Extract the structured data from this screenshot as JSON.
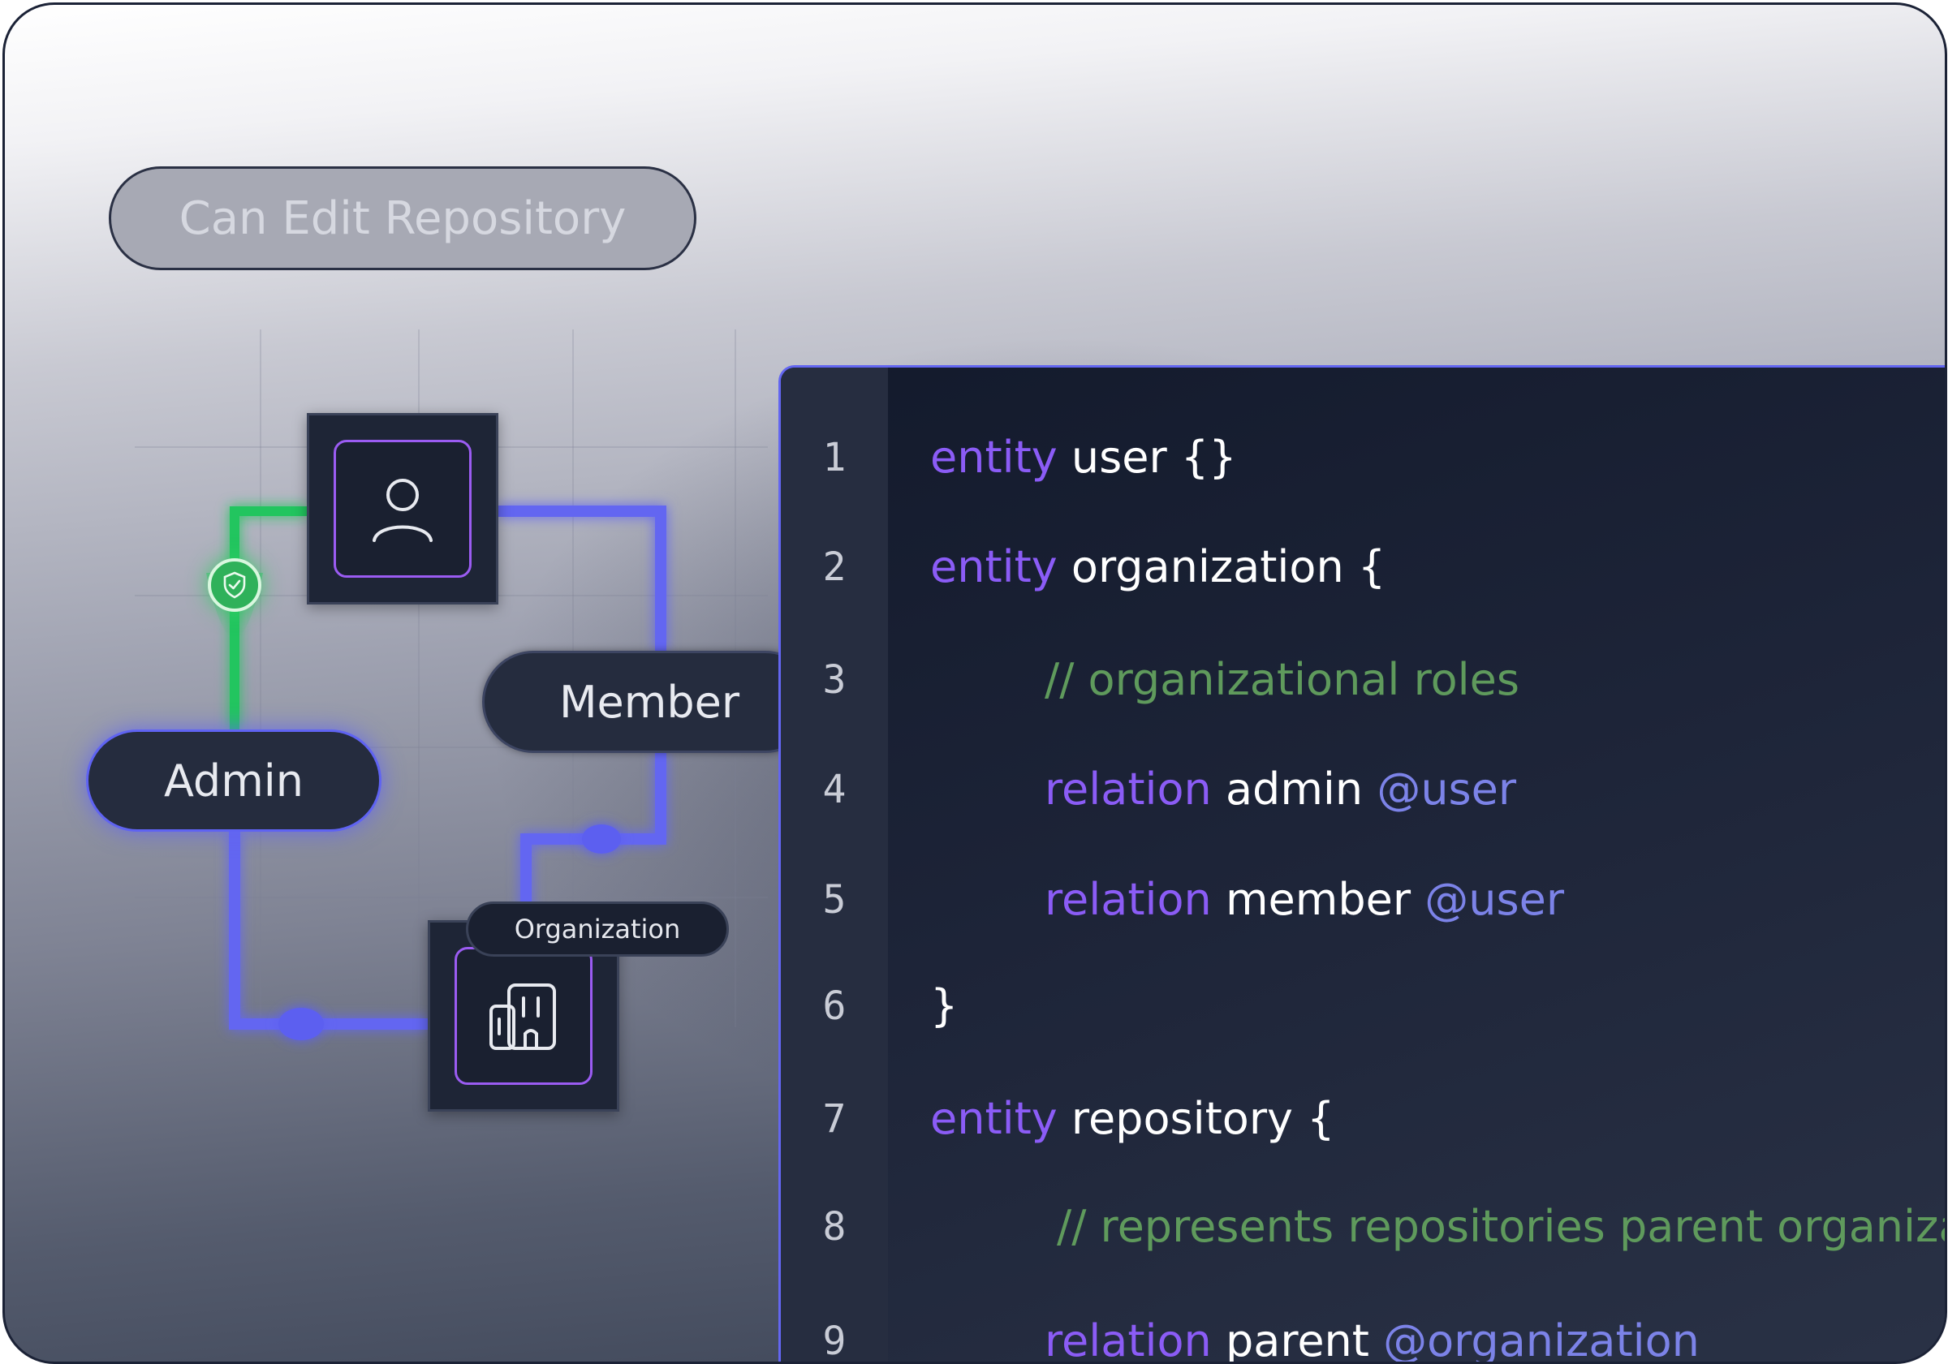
{
  "diagram": {
    "permission_label": "Can Edit Repository",
    "roles": {
      "admin": "Admin",
      "member": "Member"
    },
    "nodes": {
      "user": {
        "icon": "user-icon"
      },
      "organization": {
        "icon": "building-icon",
        "label": "Organization"
      }
    },
    "badge_icon": "shield-check-icon",
    "colors": {
      "purple": "#8b5cf6",
      "green": "#22c55e",
      "blue": "#6366f1"
    }
  },
  "editor": {
    "lines": [
      {
        "number": "1",
        "kw": "entity",
        "text": " user {}",
        "ref": "",
        "comment": ""
      },
      {
        "number": "2",
        "kw": "entity",
        "text": " organization {",
        "ref": "",
        "comment": ""
      },
      {
        "number": "3",
        "kw": "",
        "text": "",
        "ref": "",
        "comment": "// organizational roles"
      },
      {
        "number": "4",
        "kw": "relation",
        "text": " admin ",
        "ref": "@user",
        "comment": ""
      },
      {
        "number": "5",
        "kw": "relation",
        "text": " member ",
        "ref": "@user",
        "comment": ""
      },
      {
        "number": "6",
        "kw": "",
        "text": "}",
        "ref": "",
        "comment": ""
      },
      {
        "number": "7",
        "kw": "entity",
        "text": " repository {",
        "ref": "",
        "comment": ""
      },
      {
        "number": "8",
        "kw": "",
        "text": "",
        "ref": "",
        "comment": "// represents repositories parent organization"
      },
      {
        "number": "9",
        "kw": "relation",
        "text": " parent ",
        "ref": "@organization",
        "comment": ""
      }
    ],
    "colors": {
      "keyword": "#8b5cf6",
      "reference": "#7c83e8",
      "comment": "#5f9a5c"
    }
  }
}
